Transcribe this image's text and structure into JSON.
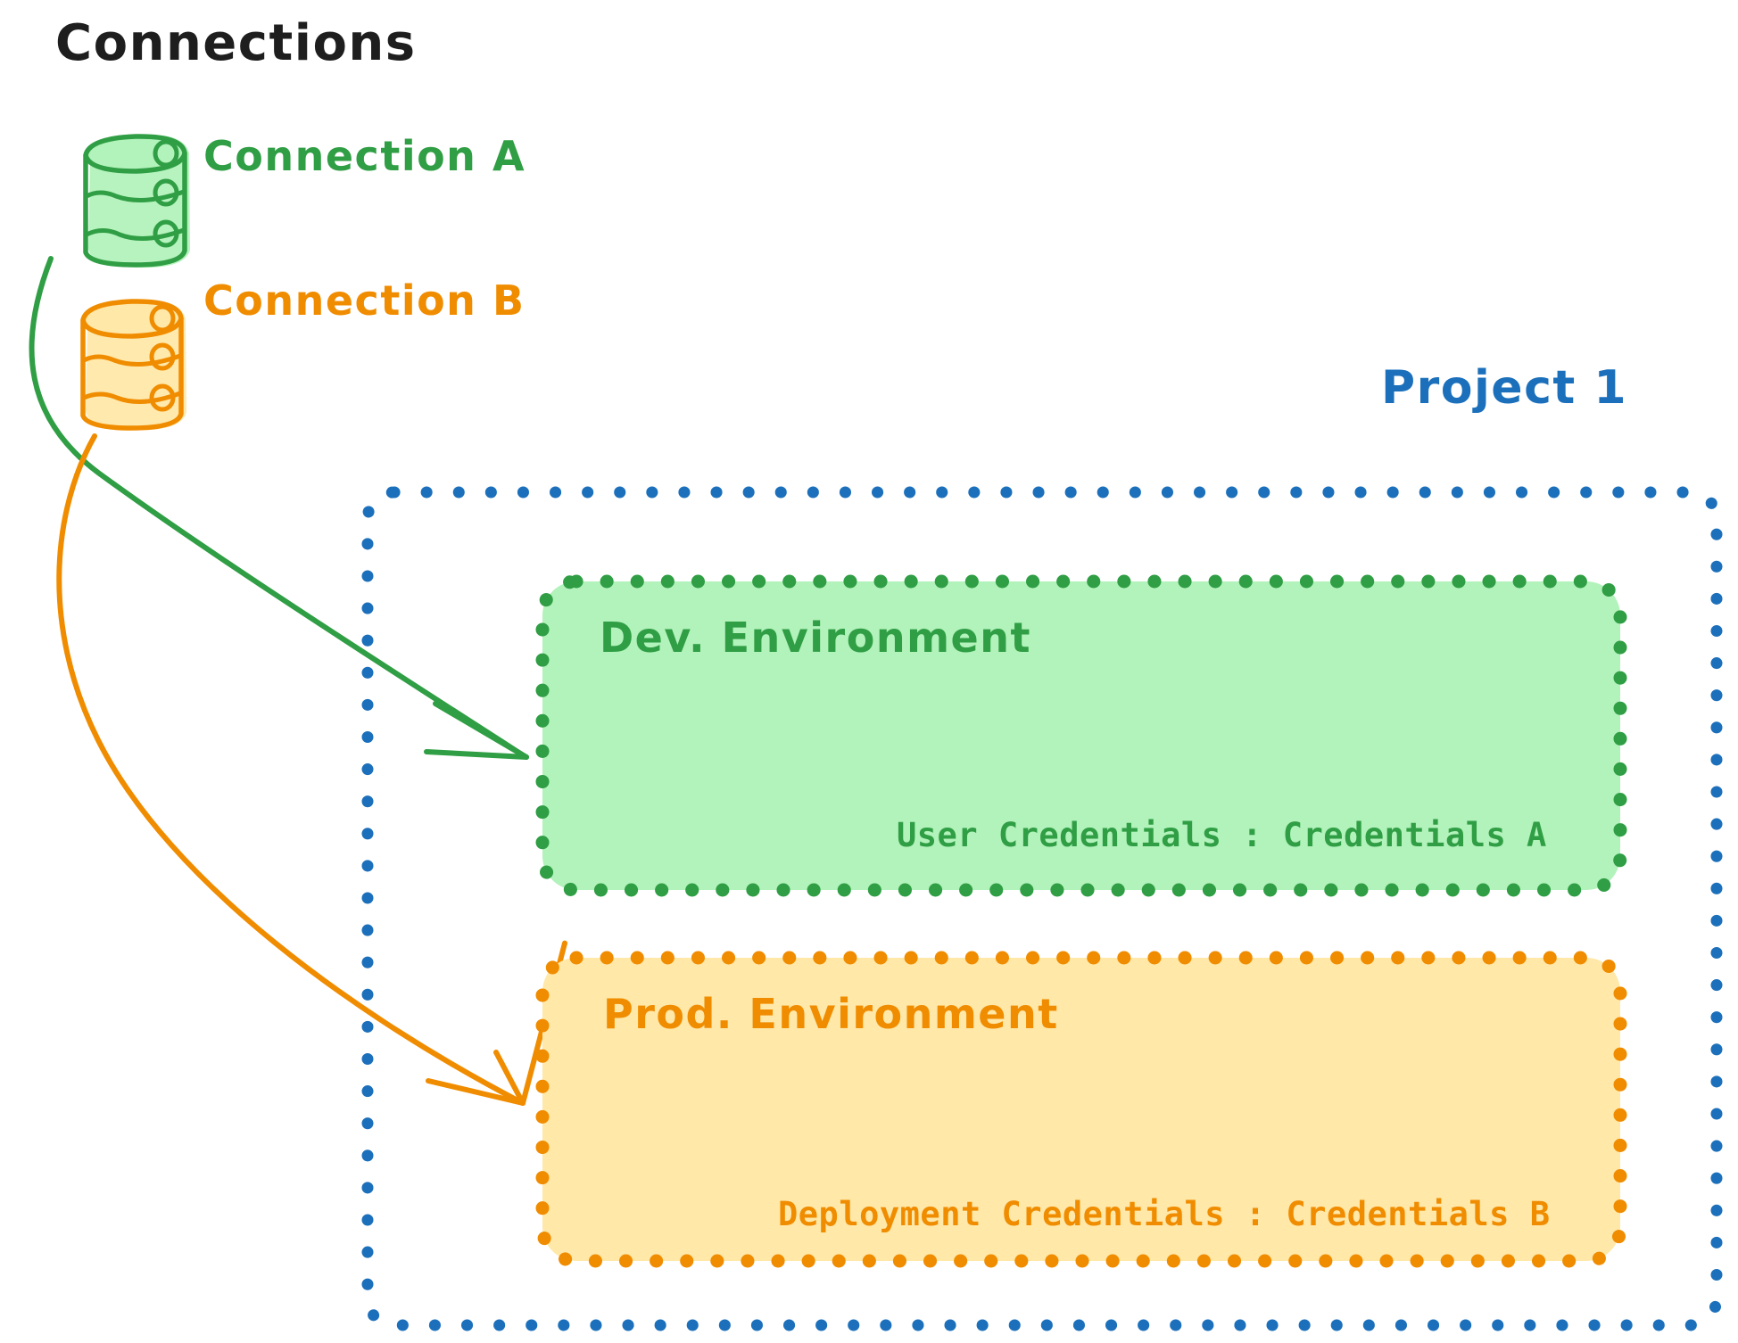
{
  "diagram": {
    "title": "Connections",
    "colors": {
      "title_text": "#1e1e1e",
      "connection_a": "#2f9e44",
      "connection_a_fill": "#b2f2bb",
      "connection_b": "#f08c00",
      "connection_b_fill": "#ffe8a8",
      "project_border": "#1c70bb",
      "background": "#ffffff"
    },
    "connections": [
      {
        "id": "connection-a",
        "label": "Connection A",
        "icon": "database-icon",
        "color": "#2f9e44",
        "fill": "#b2f2bb",
        "target": "dev-environment"
      },
      {
        "id": "connection-b",
        "label": "Connection B",
        "icon": "database-icon",
        "color": "#f08c00",
        "fill": "#ffe8a8",
        "target": "prod-environment"
      }
    ],
    "project": {
      "label": "Project 1",
      "border_color": "#1c70bb",
      "border_style": "dotted",
      "environments": [
        {
          "id": "dev-environment",
          "label": "Dev. Environment",
          "color": "#2f9e44",
          "fill": "#b2f2bb",
          "credential_key": "User Credentials",
          "credential_separator": ":",
          "credential_value": "Credentials A",
          "credential_line": "User Credentials : Credentials A"
        },
        {
          "id": "prod-environment",
          "label": "Prod. Environment",
          "color": "#f08c00",
          "fill": "#ffe8a8",
          "credential_key": "Deployment Credentials",
          "credential_separator": ":",
          "credential_value": "Credentials B",
          "credential_line": "Deployment Credentials : Credentials B"
        }
      ]
    },
    "arrows": [
      {
        "id": "arrow-connection-a-to-dev",
        "color": "#2f9e44"
      },
      {
        "id": "arrow-connection-b-to-prod",
        "color": "#f08c00"
      }
    ]
  }
}
